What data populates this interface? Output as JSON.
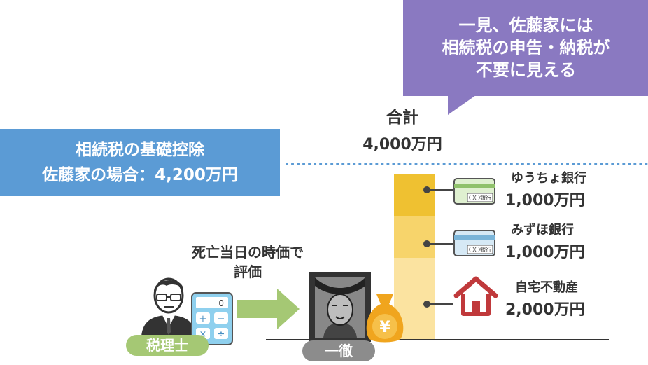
{
  "callout": {
    "line1": "一見、佐藤家には",
    "line2": "相続税の申告・納税が",
    "line3": "不要に見える"
  },
  "deduction": {
    "line1": "相続税の基礎控除",
    "line2": "佐藤家の場合：4,200万円"
  },
  "total": {
    "label": "合計",
    "value": "4,000万円"
  },
  "assets": [
    {
      "name": "ゆうちょ銀行",
      "value": "1,000万円",
      "icon": "passbook-green-icon",
      "card_text": "〇〇銀行"
    },
    {
      "name": "みずほ銀行",
      "value": "1,000万円",
      "icon": "passbook-blue-icon",
      "card_text": "〇〇銀行"
    },
    {
      "name": "自宅不動産",
      "value": "2,000万円",
      "icon": "house-icon"
    }
  ],
  "evaluation": {
    "line1": "死亡当日の時価で",
    "line2": "評価"
  },
  "tax_accountant": {
    "label": "税理士",
    "calculator_display": "0"
  },
  "deceased": {
    "label": "一徹",
    "money_symbol": "¥"
  },
  "colors": {
    "callout": "#8a79c1",
    "deduction": "#5b9bd5",
    "bar_top": "#efc131",
    "bar_mid": "#f7d46b",
    "bar_bottom": "#fbe3a0",
    "pill_green": "#a5c874",
    "pill_gray": "#8c8c8c",
    "arrow": "#a5c874",
    "house": "#c0393b"
  },
  "chart_data": {
    "type": "bar",
    "stacked": true,
    "categories": [
      "合計"
    ],
    "series": [
      {
        "name": "自宅不動産",
        "values": [
          2000
        ]
      },
      {
        "name": "みずほ銀行",
        "values": [
          1000
        ]
      },
      {
        "name": "ゆうちょ銀行",
        "values": [
          1000
        ]
      }
    ],
    "reference_line": 4200,
    "unit": "万円",
    "ylim": [
      0,
      4200
    ]
  }
}
